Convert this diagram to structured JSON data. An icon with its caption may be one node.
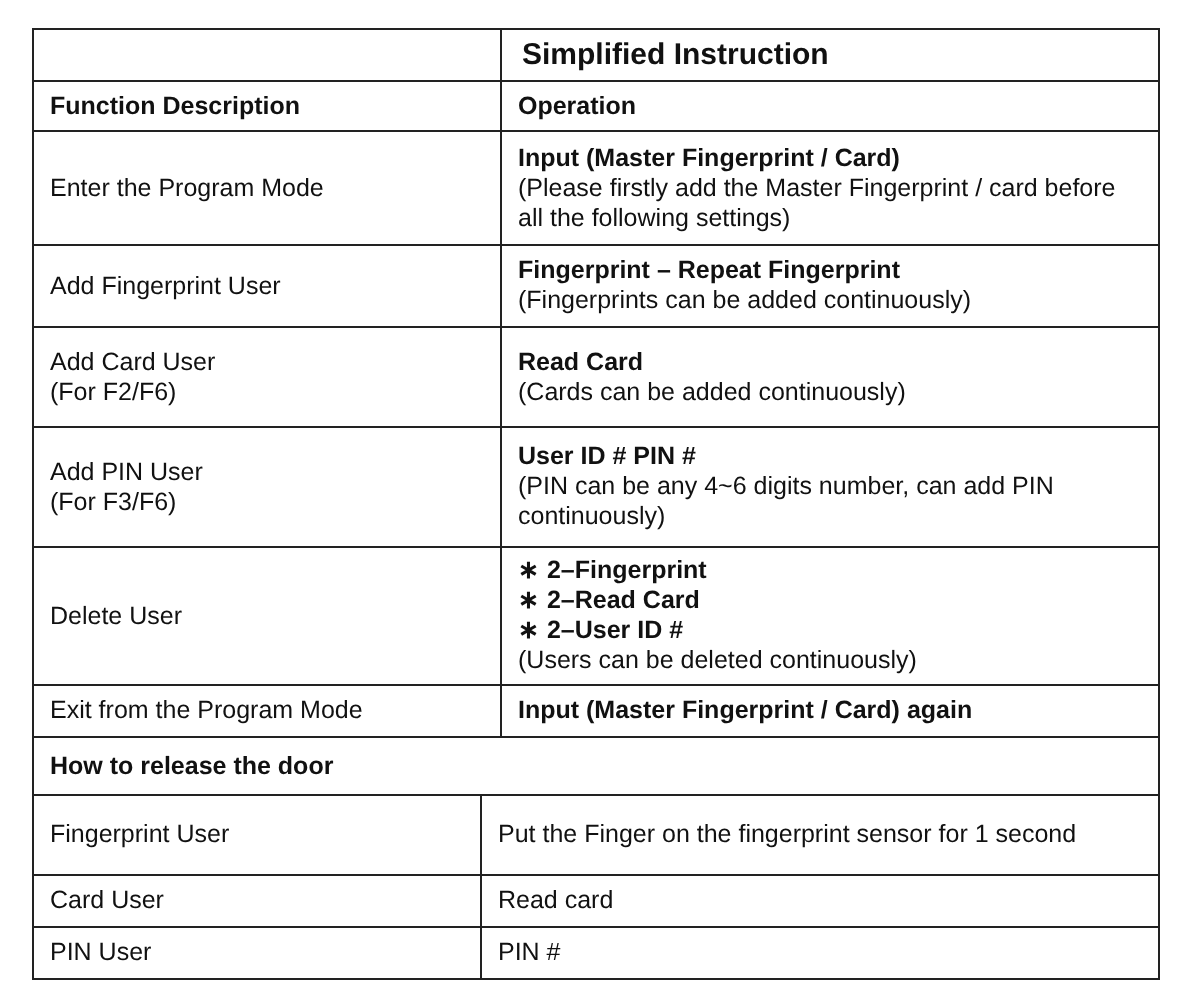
{
  "diagram": {
    "title": "Simplified Instruction",
    "labels": [
      "Function Description",
      "Operation",
      "Enter the Program Mode",
      "Input (Master Fingerprint / Card)",
      "(Please firstly add the Master Fingerprint / card before all the following settings)",
      "Add Fingerprint User",
      "Fingerprint – Repeat Fingerprint",
      "(Fingerprints can be added continuously)",
      "Add Card User",
      "(For F2/F6)",
      "Read Card",
      "(Cards can be added continuously)",
      "Add PIN User",
      "(For F3/F6)",
      "User ID # PIN #",
      "(PIN can be any 4~6 digits number, can add PIN continuously)",
      "Delete User",
      "∗ 2–Fingerprint",
      "∗ 2–Read Card",
      "∗ 2–User ID #",
      "(Users can be deleted continuously)",
      "Exit from the Program Mode",
      "Input (Master Fingerprint / Card) again",
      "How to release the door",
      "Fingerprint User",
      "Put the Finger on the fingerprint sensor for 1 second",
      "Card User",
      "Read card",
      "PIN User",
      "PIN #"
    ]
  }
}
